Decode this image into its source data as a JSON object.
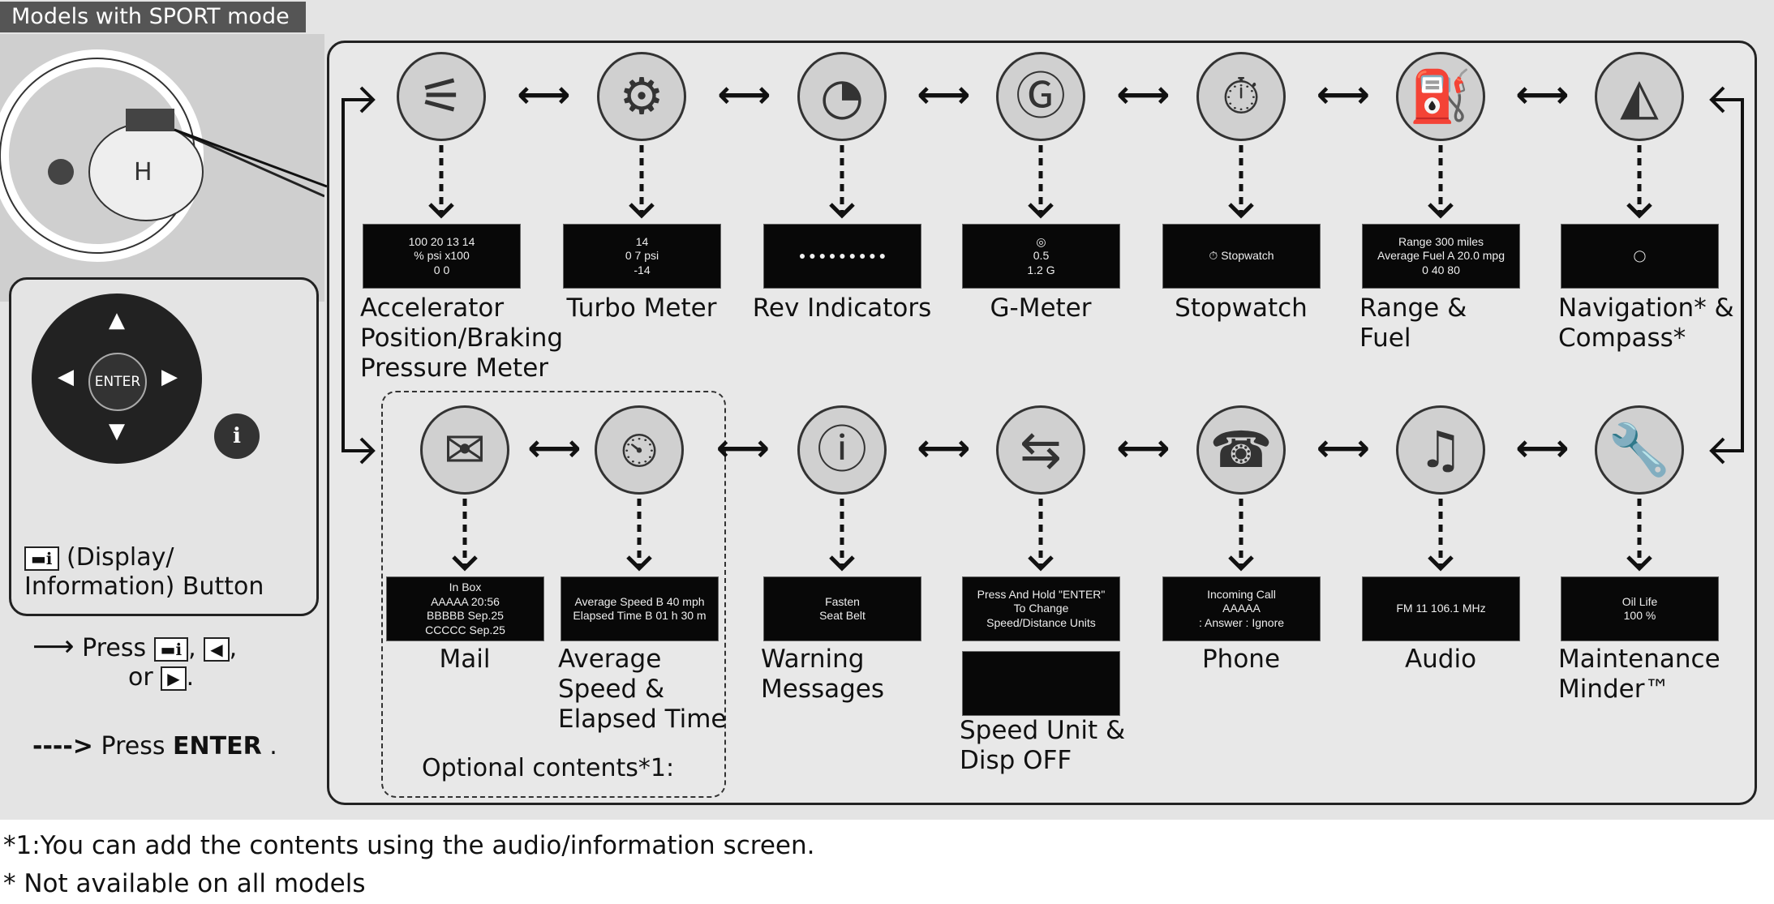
{
  "header": {
    "title": "Models with SPORT mode"
  },
  "top_row": [
    {
      "label": "Accelerator\nPosition/Braking\nPressure Meter",
      "icon": "accel-brake-icon",
      "screen": [
        "100   20   13   14",
        "%   psi x100",
        "0                0"
      ]
    },
    {
      "label": "Turbo Meter",
      "icon": "turbo-icon",
      "screen": [
        "14",
        "0      7 psi",
        "-14"
      ]
    },
    {
      "label": "Rev Indicators",
      "icon": "rev-icon",
      "screen": [
        "● ● ● ● ● ● ● ● ●"
      ]
    },
    {
      "label": "G-Meter",
      "icon": "g-meter-icon",
      "screen": [
        "◎",
        "0.5",
        "1.2 G"
      ]
    },
    {
      "label": "Stopwatch",
      "icon": "stopwatch-icon",
      "screen": [
        "⏱   Stopwatch"
      ]
    },
    {
      "label": "Range &\nFuel",
      "icon": "fuel-icon",
      "screen": [
        "Range  300 miles",
        "Average Fuel A  20.0 mpg",
        "0        40        80"
      ]
    },
    {
      "label": "Navigation* &\nCompass*",
      "icon": "compass-icon",
      "screen": [
        "◯"
      ]
    }
  ],
  "bottom_row": [
    {
      "label": "Mail",
      "icon": "mail-icon",
      "screen": [
        "In Box",
        "AAAAA   20:56",
        "BBBBB   Sep.25",
        "CCCCC   Sep.25"
      ]
    },
    {
      "label": "Average\nSpeed &\nElapsed Time",
      "icon": "avg-speed-icon",
      "screen": [
        "Average Speed B  40 mph",
        "Elapsed Time B  01 h 30 m"
      ]
    },
    {
      "label": "Warning\nMessages",
      "icon": "info-icon",
      "screen": [
        "Fasten",
        "Seat Belt"
      ]
    },
    {
      "label": "Speed Unit &\nDisp OFF",
      "icon": "speed-unit-icon",
      "screen": [
        "Press And Hold \"ENTER\"",
        "To Change",
        "Speed/Distance Units"
      ]
    },
    {
      "label": "Phone",
      "icon": "phone-icon",
      "screen": [
        "Incoming Call",
        "AAAAA",
        ": Answer   : Ignore"
      ]
    },
    {
      "label": "Audio",
      "icon": "music-icon",
      "screen": [
        "FM   11  106.1 MHz"
      ]
    },
    {
      "label": "Maintenance\nMinder™",
      "icon": "wrench-icon",
      "screen": [
        "Oil Life",
        "100 %"
      ]
    }
  ],
  "optional_label": "Optional contents*1:",
  "button_label": "(Display/\nInformation) Button",
  "dpad": {
    "center": "ENTER"
  },
  "legend": {
    "press": "Press",
    "sep": ",",
    "or": "or",
    "end": ".",
    "press_enter": "Press",
    "enter": "ENTER",
    "enter_end": "."
  },
  "footnotes": [
    "*1:You can add the contents using the audio/information screen.",
    "* Not available on all models"
  ]
}
